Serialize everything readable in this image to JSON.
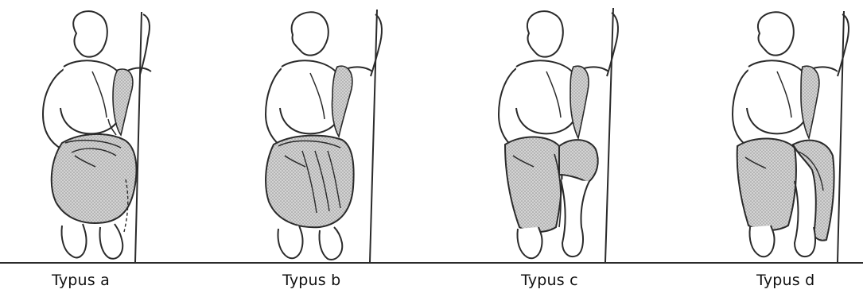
{
  "figures": [
    {
      "label": "Typus a"
    },
    {
      "label": "Typus b"
    },
    {
      "label": "Typus c"
    },
    {
      "label": "Typus d"
    }
  ],
  "colors": {
    "line": "#2a2a2a",
    "drapery_fill": "#c9c9c9",
    "drapery_dots": "#8f8f8f",
    "background": "#ffffff"
  }
}
